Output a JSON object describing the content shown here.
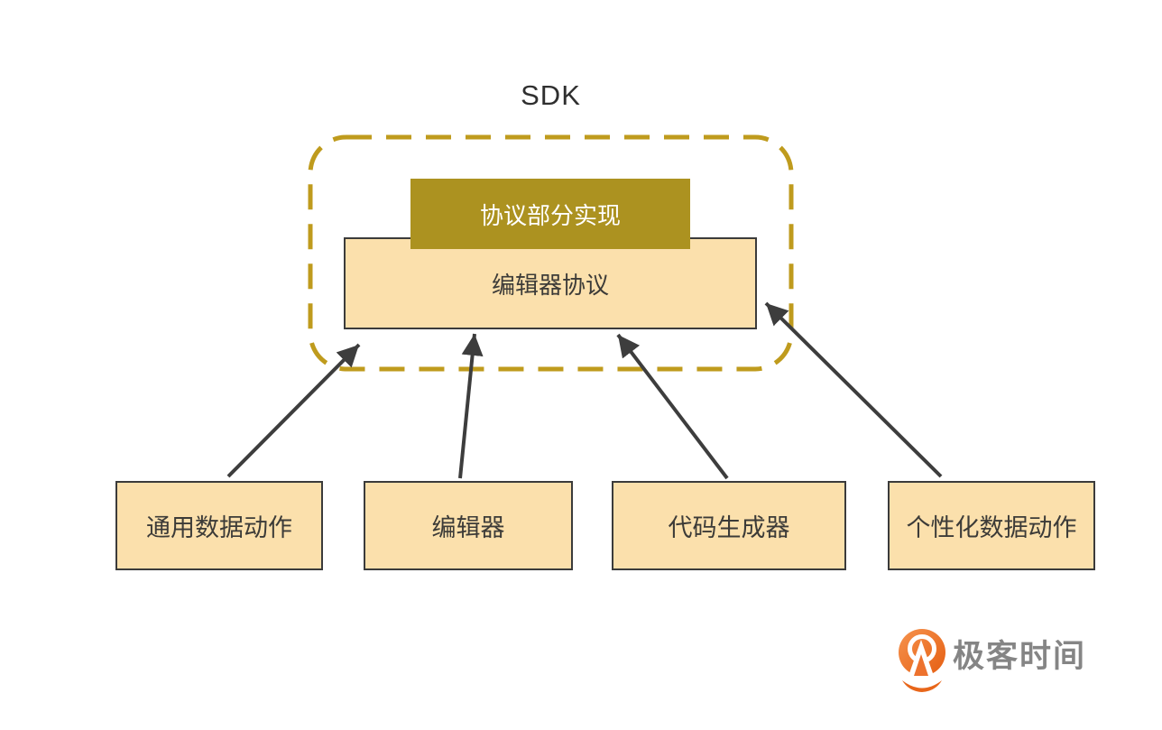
{
  "diagram": {
    "title": "SDK",
    "container": {
      "label": "SDK",
      "border_color": "#bf9b1d"
    },
    "protocol_impl": {
      "label": "协议部分实现",
      "fill": "#ac9220",
      "text_color": "#ffffff"
    },
    "editor_protocol": {
      "label": "编辑器协议",
      "fill": "#fbe0ac",
      "border_color": "#3b3b3b"
    },
    "bottom_nodes": [
      {
        "label": "通用数据动作"
      },
      {
        "label": "编辑器"
      },
      {
        "label": "代码生成器"
      },
      {
        "label": "个性化数据动作"
      }
    ],
    "node_fill": "#fbe0ac",
    "node_border_color": "#3b3b3b",
    "arrow_color": "#3d3d3d"
  },
  "branding": {
    "logo_text": "极客时间",
    "logo_orange": "#ee7224",
    "logo_orange_dark": "#e55e11",
    "logo_text_color": "#858585"
  }
}
